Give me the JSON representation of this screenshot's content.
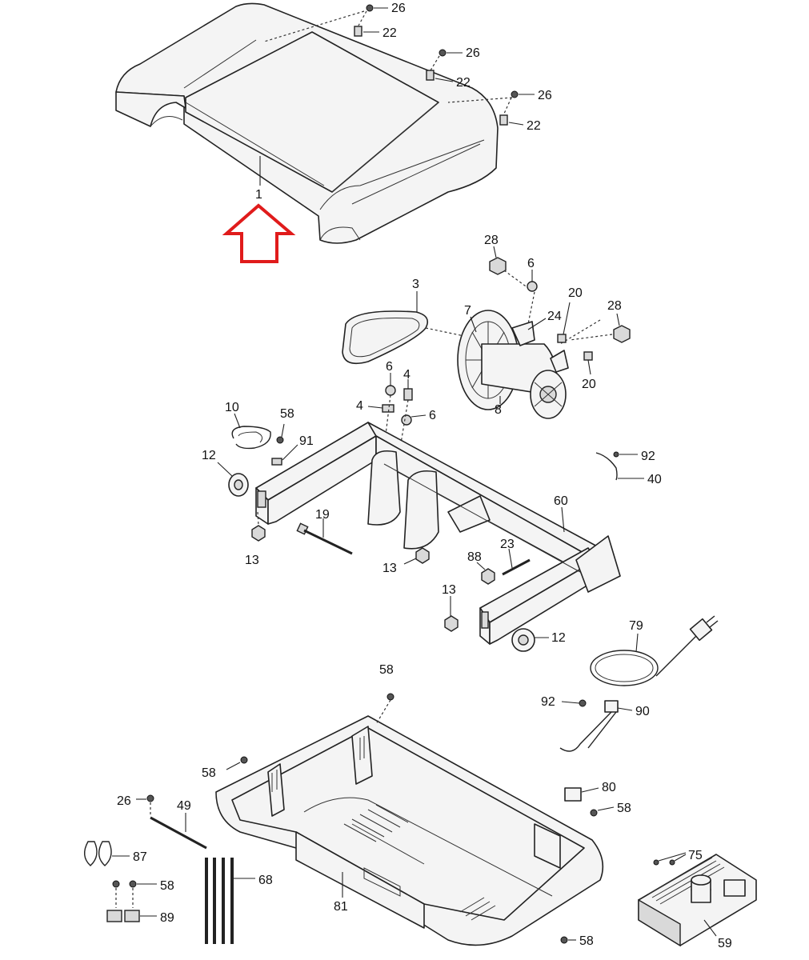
{
  "accent_color": "#e01b1b",
  "labels": {
    "hood": "1",
    "belt": "3",
    "flywheel": "7",
    "motor": "8",
    "wire_10": "10",
    "wheel_left": "12",
    "wheel_right": "12",
    "nut_13a": "13",
    "nut_13b": "13",
    "nut_13c": "13",
    "bolt_19": "19",
    "bolt_4a": "4",
    "bolt_4b": "4",
    "washer_6a": "6",
    "washer_6b": "6",
    "washer_6c": "6",
    "bolt_20a": "20",
    "bolt_20b": "20",
    "clip_22a": "22",
    "clip_22b": "22",
    "clip_22c": "22",
    "bolt_23": "23",
    "bracket_24": "24",
    "screw_26a": "26",
    "screw_26b": "26",
    "screw_26c": "26",
    "screw_26d": "26",
    "nut_28a": "28",
    "nut_28b": "28",
    "wire_40": "40",
    "tie_49": "49",
    "screw_58a": "58",
    "screw_58b": "58",
    "screw_58c": "58",
    "screw_58d": "58",
    "screw_58e": "58",
    "screw_58f": "58",
    "controller_59": "59",
    "frame_60": "60",
    "ties_68": "68",
    "screw_75": "75",
    "cord_79": "79",
    "switch_80": "80",
    "base_81": "81",
    "clips_87": "87",
    "nut_88": "88",
    "clip_89": "89",
    "strain_relief_90": "90",
    "screw_91": "91",
    "screw_92a": "92",
    "screw_92b": "92"
  }
}
